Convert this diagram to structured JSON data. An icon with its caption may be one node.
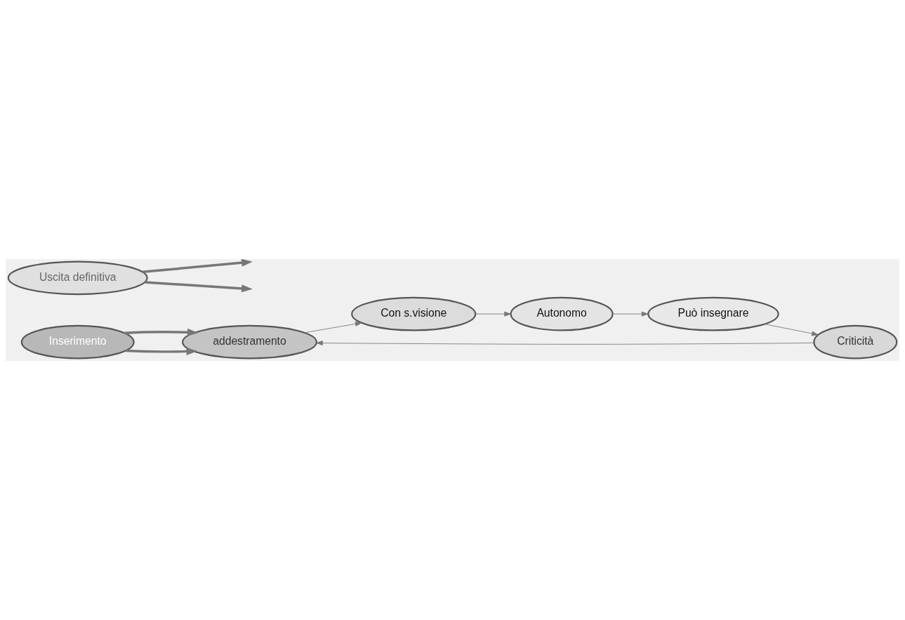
{
  "diagram": {
    "nodes": [
      {
        "text": [
          "Inserimento"
        ]
      },
      {
        "text": [
          "addestramento"
        ]
      },
      {
        "text": [
          "Con s.visione"
        ]
      },
      {
        "text": [
          "Autonomo"
        ]
      },
      {
        "text": [
          "Può insegnare"
        ]
      },
      {
        "text": [
          "Criticità"
        ]
      },
      {
        "text": [
          "Uscita definitiva"
        ]
      }
    ],
    "edges": [
      {
        "from": 0,
        "to": 1,
        "arrow": "to",
        "style": "thick"
      },
      {
        "from": 0,
        "to": 1,
        "arrow": "to",
        "style": "thick"
      },
      {
        "from": 1,
        "to": 2,
        "arrow": "to"
      },
      {
        "from": 2,
        "to": 3,
        "arrow": "to"
      },
      {
        "from": 3,
        "to": 4,
        "arrow": "to"
      },
      {
        "from": 4,
        "to": 5,
        "arrow": "to"
      },
      {
        "from": 5,
        "to": 1,
        "arrow": "to"
      },
      {
        "from": 6,
        "to": null,
        "arrow": "to",
        "style": "thick"
      },
      {
        "from": 6,
        "to": null,
        "arrow": "to",
        "style": "thick"
      }
    ]
  }
}
